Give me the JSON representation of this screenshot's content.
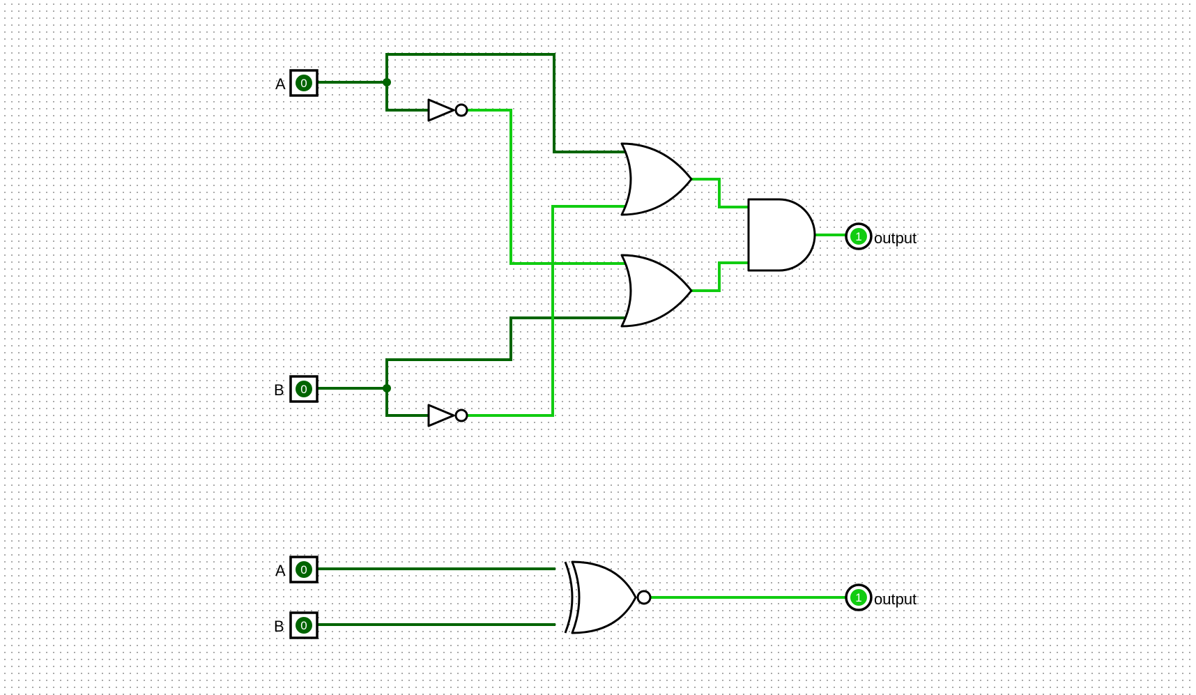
{
  "circuit_top": {
    "input_a": {
      "label": "A",
      "value": "0"
    },
    "input_b": {
      "label": "B",
      "value": "0"
    },
    "output": {
      "label": "output",
      "value": "1"
    }
  },
  "circuit_bottom": {
    "input_a": {
      "label": "A",
      "value": "0"
    },
    "input_b": {
      "label": "B",
      "value": "0"
    },
    "output": {
      "label": "output",
      "value": "1"
    }
  },
  "colors": {
    "wire_low": "#006400",
    "wire_high": "#11cc11",
    "gate_outline": "#000000",
    "grid_dot": "#9a9a9a"
  }
}
